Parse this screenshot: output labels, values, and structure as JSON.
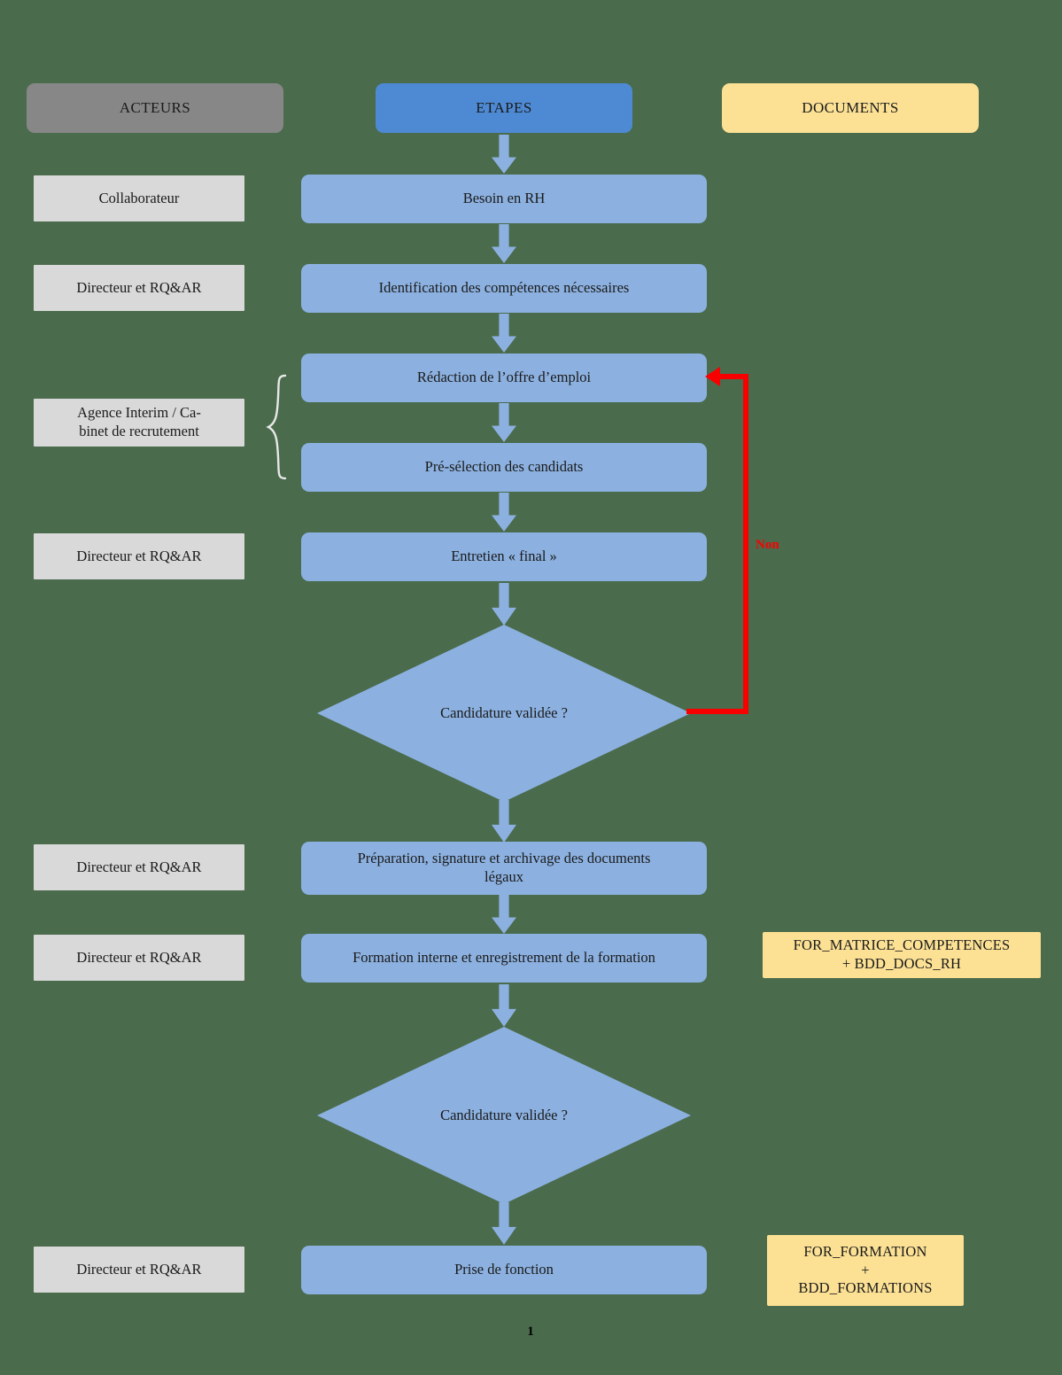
{
  "page": {
    "number": "1",
    "background_color": "#4a6b4c"
  },
  "colors": {
    "header_actors": "#878787",
    "header_steps": "#4e8ad4",
    "header_documents": "#fce195",
    "actor_box": "#d9d9d9",
    "step_box": "#8cb1e0",
    "document_box": "#fce195",
    "loop_arrow": "#f90000",
    "brace": "#e8e8e8"
  },
  "headers": {
    "actors": "ACTEURS",
    "steps": "ETAPES",
    "documents": "DOCUMENTS"
  },
  "actors": [
    {
      "label": "Collaborateur"
    },
    {
      "label": "Directeur et RQ&AR"
    },
    {
      "label": "Agence Interim / Ca-\nbinet de recrutement"
    },
    {
      "label": "Directeur et RQ&AR"
    },
    {
      "label": "Directeur et RQ&AR"
    },
    {
      "label": "Directeur et RQ&AR"
    },
    {
      "label": "Directeur et RQ&AR"
    }
  ],
  "steps": [
    {
      "label": "Besoin en RH",
      "shape": "rect"
    },
    {
      "label": "Identification des compétences nécessaires",
      "shape": "rect"
    },
    {
      "label": "Rédaction de l’offre d’emploi",
      "shape": "rect"
    },
    {
      "label": "Pré-sélection des candidats",
      "shape": "rect"
    },
    {
      "label": "Entretien « final »",
      "shape": "rect"
    },
    {
      "label": "Candidature validée ?",
      "shape": "diamond"
    },
    {
      "label": "Préparation, signature et archivage des documents\nlégaux",
      "shape": "rect"
    },
    {
      "label": "Formation interne et enregistrement de la formation",
      "shape": "rect"
    },
    {
      "label": "Candidature validée ?",
      "shape": "diamond"
    },
    {
      "label": "Prise de fonction",
      "shape": "rect"
    }
  ],
  "documents": [
    {
      "label": "FOR_MATRICE_COMPETENCES\n+ BDD_DOCS_RH"
    },
    {
      "label": "FOR_FORMATION\n+\nBDD_FORMATIONS"
    }
  ],
  "edges": {
    "loop_label": "Non"
  }
}
